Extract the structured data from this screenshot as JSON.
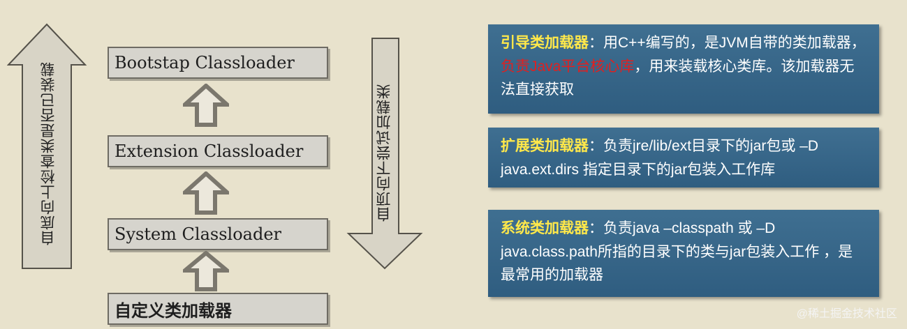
{
  "left_arrow_label": "自底向上检查类是否已装载",
  "right_arrow_label": "自顶向下尝试加载类",
  "loaders": [
    {
      "label": "Bootstap Classloader"
    },
    {
      "label": "Extension Classloader"
    },
    {
      "label": "System Classloader"
    },
    {
      "label": "自定义类加载器"
    }
  ],
  "panels": [
    {
      "head": "引导类加载器",
      "sep": "：",
      "pre": "用C++编写的，是JVM自带的类加载器，",
      "highlight": "负责Java平台核心库",
      "post": "，用来装载核心类库。该加载器无法直接获取"
    },
    {
      "head": "扩展类加载器",
      "sep": "：",
      "text": "负责jre/lib/ext目录下的jar包或 –D java.ext.dirs 指定目录下的jar包装入工作库"
    },
    {
      "head": "系统类加载器",
      "sep": "：",
      "text": "负责java –classpath 或 –D java.class.path所指的目录下的类与jar包装入工作 ，是最常用的加载器"
    }
  ],
  "watermark": "@稀土掘金技术社区",
  "colors": {
    "background": "#e8e2cc",
    "panel": "#366385",
    "panel_head": "#ffe84a",
    "highlight": "#e02020"
  }
}
